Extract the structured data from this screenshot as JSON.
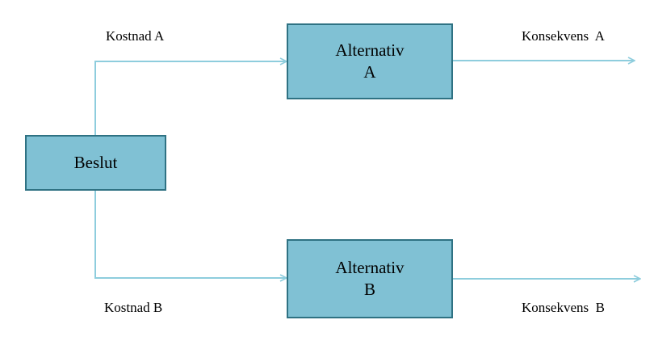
{
  "colors": {
    "box_fill": "#80c1d4",
    "box_border": "#2f7283",
    "connector": "#8ecddd",
    "text": "#000000",
    "background": "#ffffff"
  },
  "nodes": {
    "decision": {
      "label": "Beslut"
    },
    "alternative_a": {
      "line1": "Alternativ",
      "line2": "A"
    },
    "alternative_b": {
      "line1": "Alternativ",
      "line2": "B"
    }
  },
  "labels": {
    "cost_a": "Kostnad A",
    "cost_b": "Kostnad B",
    "consequence_a": "Konsekvens  A",
    "consequence_b": "Konsekvens  B"
  }
}
